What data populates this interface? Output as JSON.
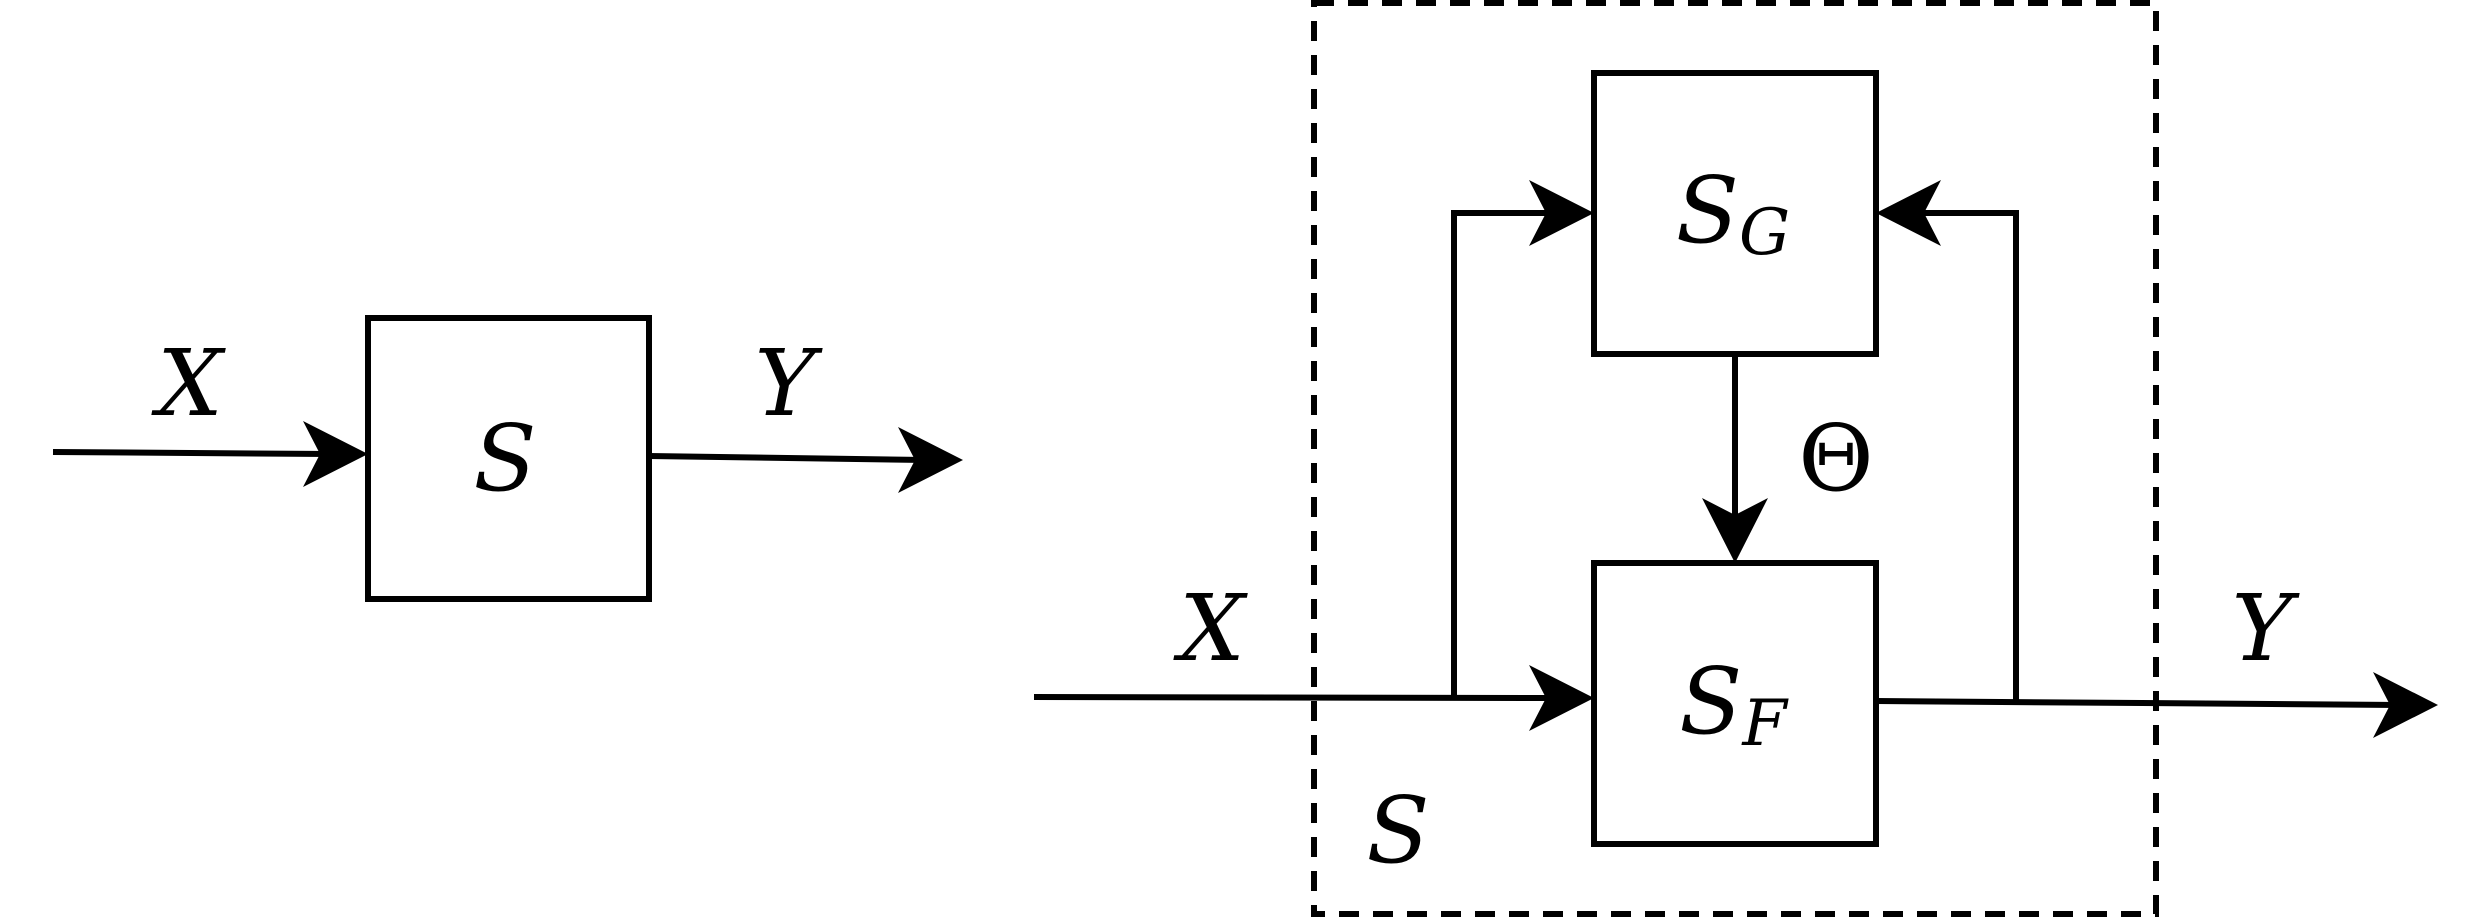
{
  "simple_system": {
    "input_label": "X",
    "block_label": "S",
    "output_label": "Y"
  },
  "composite_system": {
    "input_label": "X",
    "output_label": "Y",
    "boundary_label": "S",
    "generator_block": {
      "main": "S",
      "sub": "G"
    },
    "function_block": {
      "main": "S",
      "sub": "F"
    },
    "parameter_label": "Θ"
  }
}
